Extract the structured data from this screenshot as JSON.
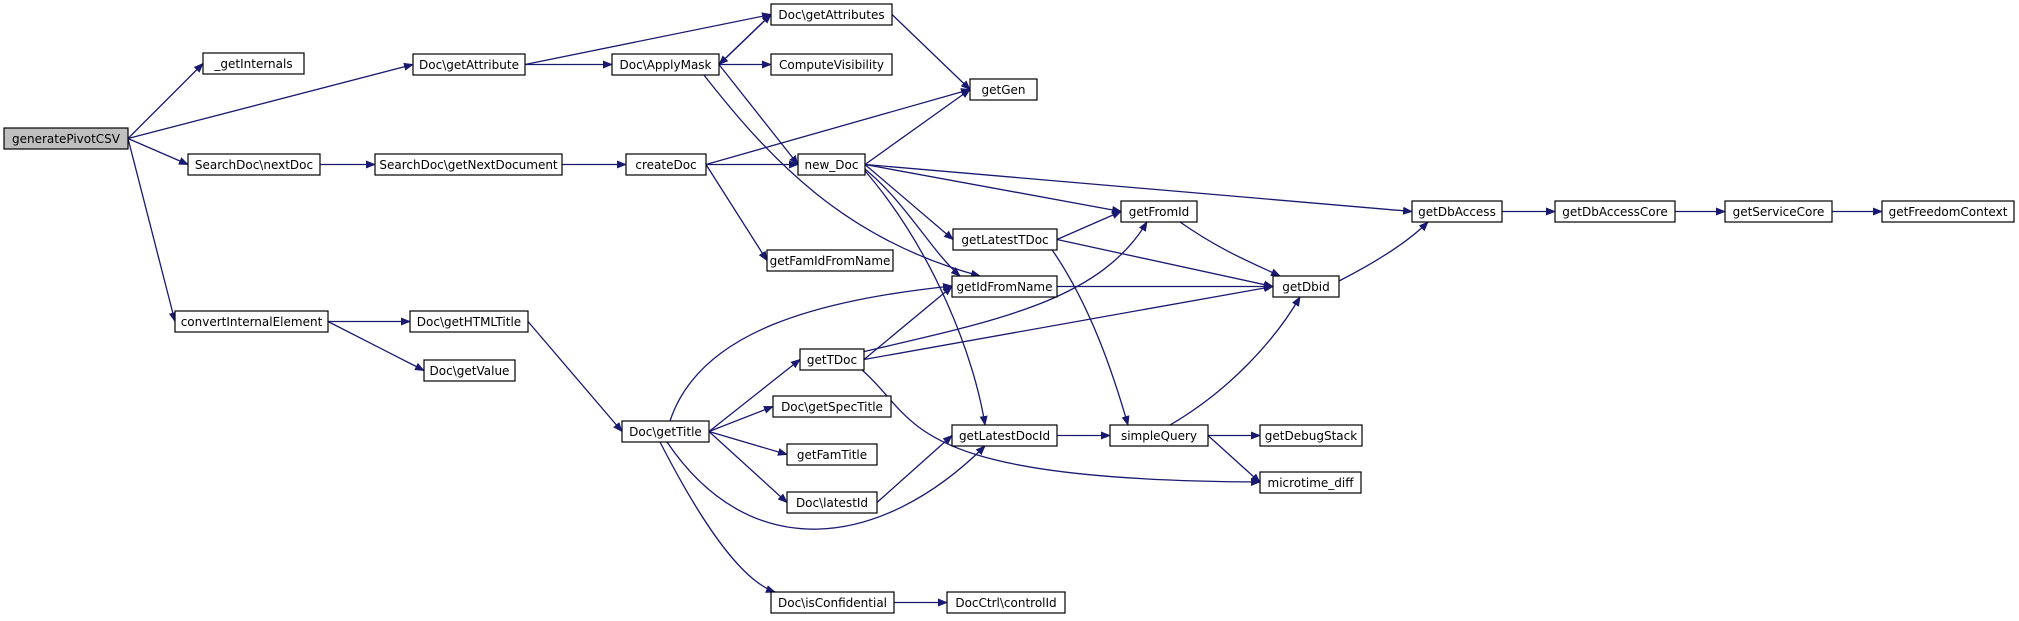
{
  "colors": {
    "edge": "#191970",
    "root_fill": "#bfbfbf",
    "node_fill": "#ffffff",
    "border": "#000000"
  },
  "nodes": [
    {
      "id": "generatePivotCSV",
      "label": "generatePivotCSV",
      "root": true
    },
    {
      "id": "getInternals",
      "label": "_getInternals"
    },
    {
      "id": "docGetAttribute",
      "label": "Doc\\getAttribute"
    },
    {
      "id": "docApplyMask",
      "label": "Doc\\ApplyMask"
    },
    {
      "id": "docGetAttributes",
      "label": "Doc\\getAttributes"
    },
    {
      "id": "computeVisibility",
      "label": "ComputeVisibility"
    },
    {
      "id": "getGen",
      "label": "getGen"
    },
    {
      "id": "searchDocNextDoc",
      "label": "SearchDoc\\nextDoc"
    },
    {
      "id": "searchDocGetNextDocument",
      "label": "SearchDoc\\getNextDocument"
    },
    {
      "id": "createDoc",
      "label": "createDoc"
    },
    {
      "id": "newDoc",
      "label": "new_Doc"
    },
    {
      "id": "getDbAccess",
      "label": "getDbAccess"
    },
    {
      "id": "getDbAccessCore",
      "label": "getDbAccessCore"
    },
    {
      "id": "getServiceCore",
      "label": "getServiceCore"
    },
    {
      "id": "getFreedomContext",
      "label": "getFreedomContext"
    },
    {
      "id": "getFromId",
      "label": "getFromId"
    },
    {
      "id": "getLatestTDoc",
      "label": "getLatestTDoc"
    },
    {
      "id": "getFamIdFromName",
      "label": "getFamIdFromName"
    },
    {
      "id": "getIdFromName",
      "label": "getIdFromName"
    },
    {
      "id": "getDbid",
      "label": "getDbid"
    },
    {
      "id": "convertInternalElement",
      "label": "convertInternalElement"
    },
    {
      "id": "docGetHTMLTitle",
      "label": "Doc\\getHTMLTitle"
    },
    {
      "id": "docGetValue",
      "label": "Doc\\getValue"
    },
    {
      "id": "getTDoc",
      "label": "getTDoc"
    },
    {
      "id": "docGetTitle",
      "label": "Doc\\getTitle"
    },
    {
      "id": "docGetSpecTitle",
      "label": "Doc\\getSpecTitle"
    },
    {
      "id": "getFamTitle",
      "label": "getFamTitle"
    },
    {
      "id": "docLatestId",
      "label": "Doc\\latestId"
    },
    {
      "id": "getLatestDocId",
      "label": "getLatestDocId"
    },
    {
      "id": "simpleQuery",
      "label": "simpleQuery"
    },
    {
      "id": "getDebugStack",
      "label": "getDebugStack"
    },
    {
      "id": "microtimeDiff",
      "label": "microtime_diff"
    },
    {
      "id": "docIsConfidential",
      "label": "Doc\\isConfidential"
    },
    {
      "id": "docCtrlControlId",
      "label": "DocCtrl\\controlId"
    }
  ],
  "edges": [
    [
      "generatePivotCSV",
      "getInternals"
    ],
    [
      "generatePivotCSV",
      "docGetAttribute"
    ],
    [
      "generatePivotCSV",
      "searchDocNextDoc"
    ],
    [
      "generatePivotCSV",
      "convertInternalElement"
    ],
    [
      "docGetAttribute",
      "docGetAttributes"
    ],
    [
      "docGetAttribute",
      "docApplyMask"
    ],
    [
      "docApplyMask",
      "docGetAttributes"
    ],
    [
      "docApplyMask",
      "computeVisibility"
    ],
    [
      "docApplyMask",
      "newDoc"
    ],
    [
      "docApplyMask",
      "getIdFromName"
    ],
    [
      "docGetAttributes",
      "docApplyMask"
    ],
    [
      "docGetAttributes",
      "getGen"
    ],
    [
      "searchDocNextDoc",
      "searchDocGetNextDocument"
    ],
    [
      "searchDocGetNextDocument",
      "createDoc"
    ],
    [
      "createDoc",
      "getGen"
    ],
    [
      "createDoc",
      "newDoc"
    ],
    [
      "createDoc",
      "getFamIdFromName"
    ],
    [
      "newDoc",
      "getGen"
    ],
    [
      "newDoc",
      "getDbAccess"
    ],
    [
      "newDoc",
      "getFromId"
    ],
    [
      "newDoc",
      "getLatestTDoc"
    ],
    [
      "newDoc",
      "getIdFromName"
    ],
    [
      "newDoc",
      "getLatestDocId"
    ],
    [
      "getDbAccess",
      "getDbAccessCore"
    ],
    [
      "getDbAccessCore",
      "getServiceCore"
    ],
    [
      "getServiceCore",
      "getFreedomContext"
    ],
    [
      "getFromId",
      "getDbid"
    ],
    [
      "getLatestTDoc",
      "getFromId"
    ],
    [
      "getLatestTDoc",
      "getDbid"
    ],
    [
      "getLatestTDoc",
      "simpleQuery"
    ],
    [
      "getIdFromName",
      "getDbid"
    ],
    [
      "getDbid",
      "getDbAccess"
    ],
    [
      "convertInternalElement",
      "docGetHTMLTitle"
    ],
    [
      "convertInternalElement",
      "docGetValue"
    ],
    [
      "docGetHTMLTitle",
      "docGetTitle"
    ],
    [
      "docGetTitle",
      "getIdFromName"
    ],
    [
      "docGetTitle",
      "getTDoc"
    ],
    [
      "docGetTitle",
      "docGetSpecTitle"
    ],
    [
      "docGetTitle",
      "getFamTitle"
    ],
    [
      "docGetTitle",
      "docLatestId"
    ],
    [
      "docGetTitle",
      "getLatestDocId"
    ],
    [
      "docGetTitle",
      "docIsConfidential"
    ],
    [
      "getTDoc",
      "getIdFromName"
    ],
    [
      "getTDoc",
      "getFromId"
    ],
    [
      "getTDoc",
      "getDbid"
    ],
    [
      "getTDoc",
      "microtimeDiff"
    ],
    [
      "docLatestId",
      "getLatestDocId"
    ],
    [
      "getLatestDocId",
      "simpleQuery"
    ],
    [
      "simpleQuery",
      "getDbid"
    ],
    [
      "simpleQuery",
      "getDebugStack"
    ],
    [
      "simpleQuery",
      "microtimeDiff"
    ],
    [
      "docIsConfidential",
      "docCtrlControlId"
    ]
  ]
}
